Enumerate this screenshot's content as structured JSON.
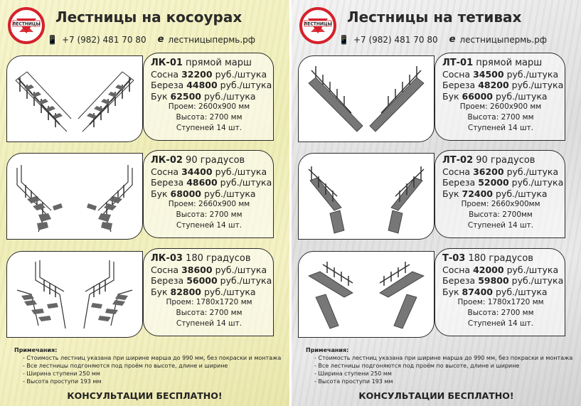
{
  "logo_text": "ЛЕСТНИЦЫ",
  "colors": {
    "logo_red": "#d5212b",
    "line": "#2b2b2b"
  },
  "left": {
    "title": "Лестницы на косоурах",
    "phone": "+7 (982) 481 70 80",
    "site": "лестницыпермь.рф",
    "cards": [
      {
        "model_code": "ЛК-01",
        "model_name": " прямой марш",
        "prices": [
          {
            "wood": "Сосна",
            "value": "32200",
            "unit": "руб./штука"
          },
          {
            "wood": "Береза",
            "value": "44800",
            "unit": "руб./штука"
          },
          {
            "wood": "Бук",
            "value": "62500",
            "unit": "руб./штука"
          }
        ],
        "specs": [
          "Проем: 2600x900 мм",
          "Высота: 2700 мм",
          "Ступеней 14 шт."
        ]
      },
      {
        "model_code": "ЛК-02",
        "model_name": " 90 градусов",
        "prices": [
          {
            "wood": "Сосна",
            "value": "34400",
            "unit": "руб./штука"
          },
          {
            "wood": "Береза",
            "value": "48600",
            "unit": "руб./штука"
          },
          {
            "wood": "Бук",
            "value": "68000",
            "unit": "руб./штука"
          }
        ],
        "specs": [
          "Проем: 2660x900 мм",
          "Высота: 2700 мм",
          "Ступеней 14 шт."
        ]
      },
      {
        "model_code": "ЛК-03",
        "model_name": " 180 градусов",
        "prices": [
          {
            "wood": "Сосна",
            "value": "38600",
            "unit": "руб./штука"
          },
          {
            "wood": "Береза",
            "value": "56000",
            "unit": "руб./штука"
          },
          {
            "wood": "Бук",
            "value": "82800",
            "unit": "руб./штука"
          }
        ],
        "specs": [
          "Проем: 1780x1720 мм",
          "Высота: 2700 мм",
          "Ступеней 14 шт."
        ]
      }
    ],
    "notes_head": "Примечания:",
    "notes": [
      "- Стоимость лестниц указана при ширине марша до 990 мм, без покраски и монтажа",
      "- Все лестницы подгоняются под проём по высоте, длине и ширине",
      "- Ширина ступени 250 мм",
      "- Высота проступи 193 мм"
    ],
    "consult": "КОНСУЛЬТАЦИИ БЕСПЛАТНО!"
  },
  "right": {
    "title": "Лестницы на тетивах",
    "phone": "+7 (982) 481 70 80",
    "site": "лестницыпермь.рф",
    "cards": [
      {
        "model_code": "ЛТ-01",
        "model_name": " прямой марш",
        "prices": [
          {
            "wood": "Сосна",
            "value": "34500",
            "unit": "руб./штука"
          },
          {
            "wood": "Береза",
            "value": "48200",
            "unit": "руб./штука"
          },
          {
            "wood": "Бук",
            "value": "66000",
            "unit": "руб./штука"
          }
        ],
        "specs": [
          "Проем: 2600x900 мм",
          "Высота: 2700 мм",
          "Ступеней 14 шт."
        ]
      },
      {
        "model_code": "ЛТ-02",
        "model_name": " 90 градусов",
        "prices": [
          {
            "wood": "Сосна",
            "value": "36200",
            "unit": "руб./штука"
          },
          {
            "wood": "Береза",
            "value": "52000",
            "unit": "руб./штука"
          },
          {
            "wood": "Бук",
            "value": "72400",
            "unit": "руб./штука"
          }
        ],
        "specs": [
          "Проем: 2660x900мм",
          "Высота: 2700мм",
          "Ступеней 14 шт."
        ]
      },
      {
        "model_code": "Т-03",
        "model_name": " 180 градусов",
        "prices": [
          {
            "wood": "Сосна",
            "value": "42000",
            "unit": "руб./штука"
          },
          {
            "wood": "Береза",
            "value": "59800",
            "unit": "руб./штука"
          },
          {
            "wood": "Бук",
            "value": "87400",
            "unit": "руб./штука"
          }
        ],
        "specs": [
          "Проем: 1780x1720 мм",
          "Высота: 2700 мм",
          "Ступеней 14 шт."
        ]
      }
    ],
    "notes_head": "Примечания:",
    "notes": [
      "- Стоимость лестниц указана при ширине марша до 990 мм, без покраски и монтажа",
      "- Все лестницы подгоняются под проём по высоте, длине и ширине",
      "- Ширина ступени 250 мм",
      "- Высота проступи 193 мм"
    ],
    "consult": "КОНСУЛЬТАЦИИ БЕСПЛАТНО!"
  }
}
